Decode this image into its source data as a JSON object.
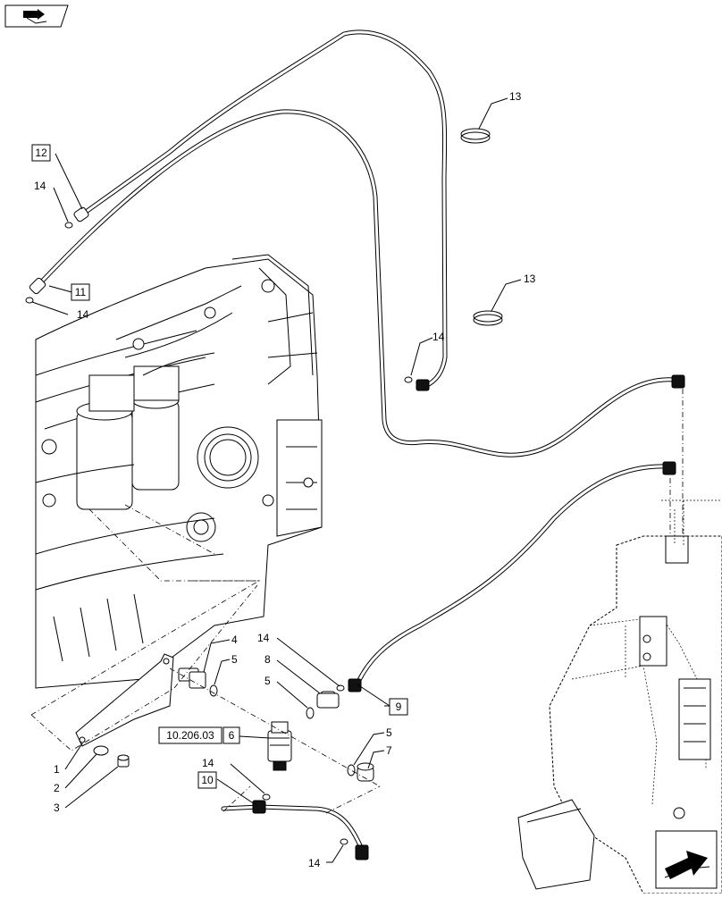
{
  "callouts": {
    "c1": "1",
    "c2": "2",
    "c3": "3",
    "c4": "4",
    "c5a": "5",
    "c5b": "5",
    "c5c": "5",
    "c6": "6",
    "c7": "7",
    "c8": "8",
    "c9": "9",
    "c10": "10",
    "c11": "11",
    "c12": "12",
    "c13a": "13",
    "c13b": "13",
    "c14a": "14",
    "c14b": "14",
    "c14c": "14",
    "c14d": "14",
    "c14e": "14",
    "c14f": "14"
  },
  "reference": "10.206.03",
  "icons": {
    "top_left": "section-navigation-icon",
    "bottom_right": "continuation-arrow-icon"
  }
}
